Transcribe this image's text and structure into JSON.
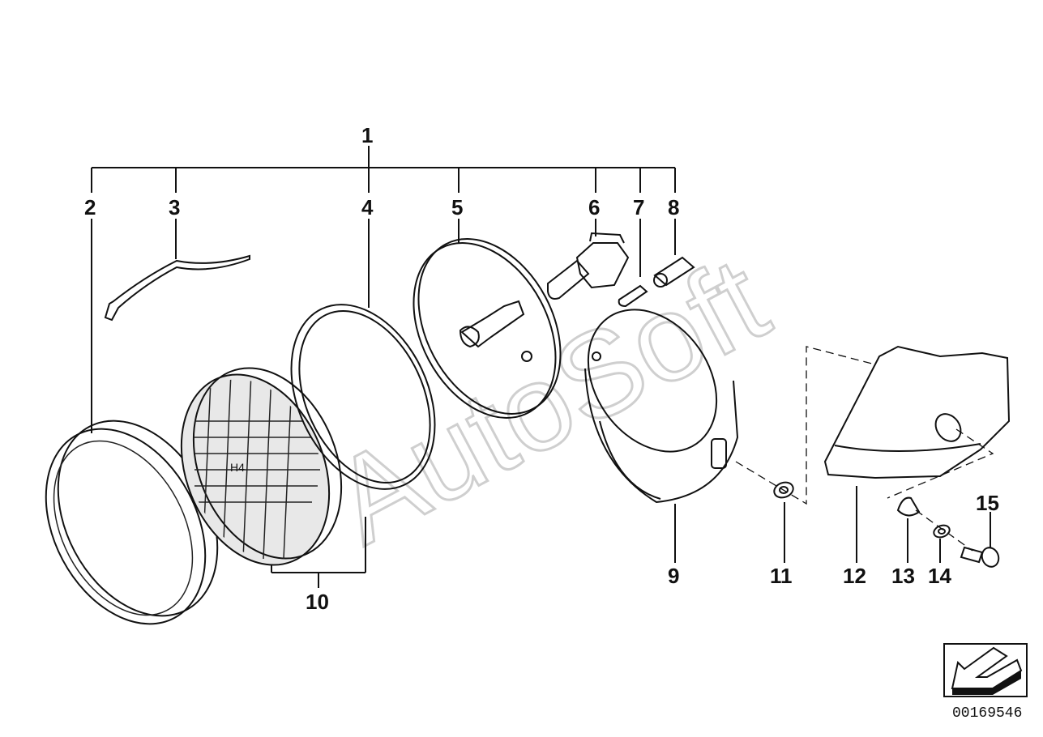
{
  "watermark": "AutoSoft",
  "diagram_id": "00169546",
  "parts": {
    "p1": "1",
    "p2": "2",
    "p3": "3",
    "p4": "4",
    "p5": "5",
    "p6": "6",
    "p7": "7",
    "p8": "8",
    "p9": "9",
    "p10": "10",
    "p11": "11",
    "p12": "12",
    "p13": "13",
    "p14": "14",
    "p15": "15"
  },
  "lens_marking": "H4",
  "nav_icon": "arrow-left-down-icon"
}
